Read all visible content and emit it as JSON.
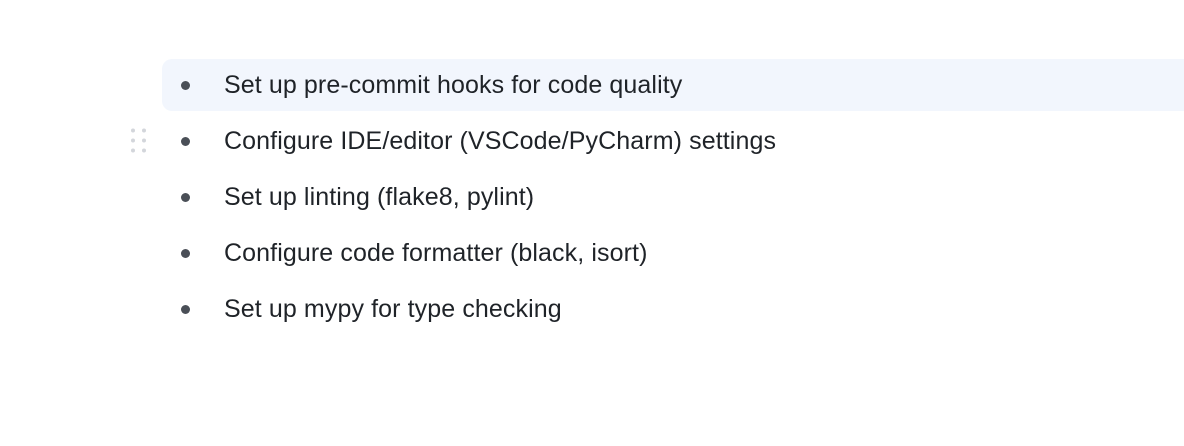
{
  "checklist": {
    "items": [
      {
        "text": "Set up pre-commit hooks for code quality",
        "highlighted": true,
        "drag_handle_visible": false
      },
      {
        "text": "Configure IDE/editor (VSCode/PyCharm) settings",
        "highlighted": false,
        "drag_handle_visible": true
      },
      {
        "text": "Set up linting (flake8, pylint)",
        "highlighted": false,
        "drag_handle_visible": false
      },
      {
        "text": "Configure code formatter (black, isort)",
        "highlighted": false,
        "drag_handle_visible": false
      },
      {
        "text": "Set up mypy for type checking",
        "highlighted": false,
        "drag_handle_visible": false
      }
    ]
  },
  "colors": {
    "page_background": "#ffffff",
    "highlight_background": "#f2f6fd",
    "bullet": "#4a4f57",
    "text": "#1f2328",
    "drag_handle_dot": "#d3d6db"
  }
}
